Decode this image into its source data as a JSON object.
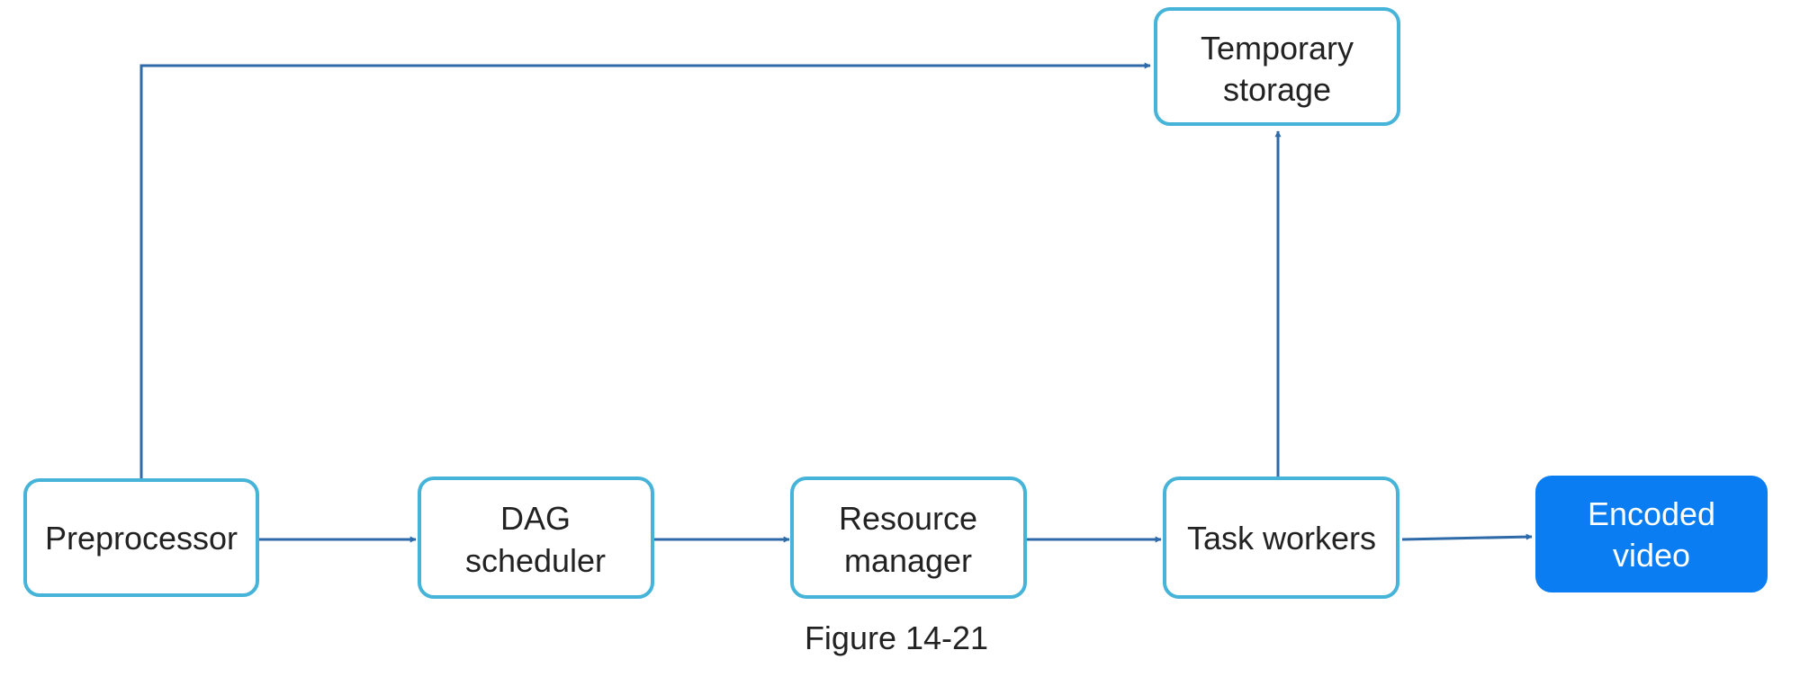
{
  "diagram": {
    "nodes": {
      "preprocessor": {
        "lines": [
          "Preprocessor"
        ]
      },
      "dag_scheduler": {
        "lines": [
          "DAG",
          "scheduler"
        ]
      },
      "resource_manager": {
        "lines": [
          "Resource",
          "manager"
        ]
      },
      "task_workers": {
        "lines": [
          "Task workers"
        ]
      },
      "encoded_video": {
        "lines": [
          "Encoded",
          "video"
        ]
      },
      "temporary_storage": {
        "lines": [
          "Temporary",
          "storage"
        ]
      }
    },
    "caption": "Figure 14-21"
  },
  "colors": {
    "node_border": "#45b4d8",
    "output_fill": "#0a7df2",
    "arrow": "#2f6aa8",
    "text": "#222222"
  }
}
